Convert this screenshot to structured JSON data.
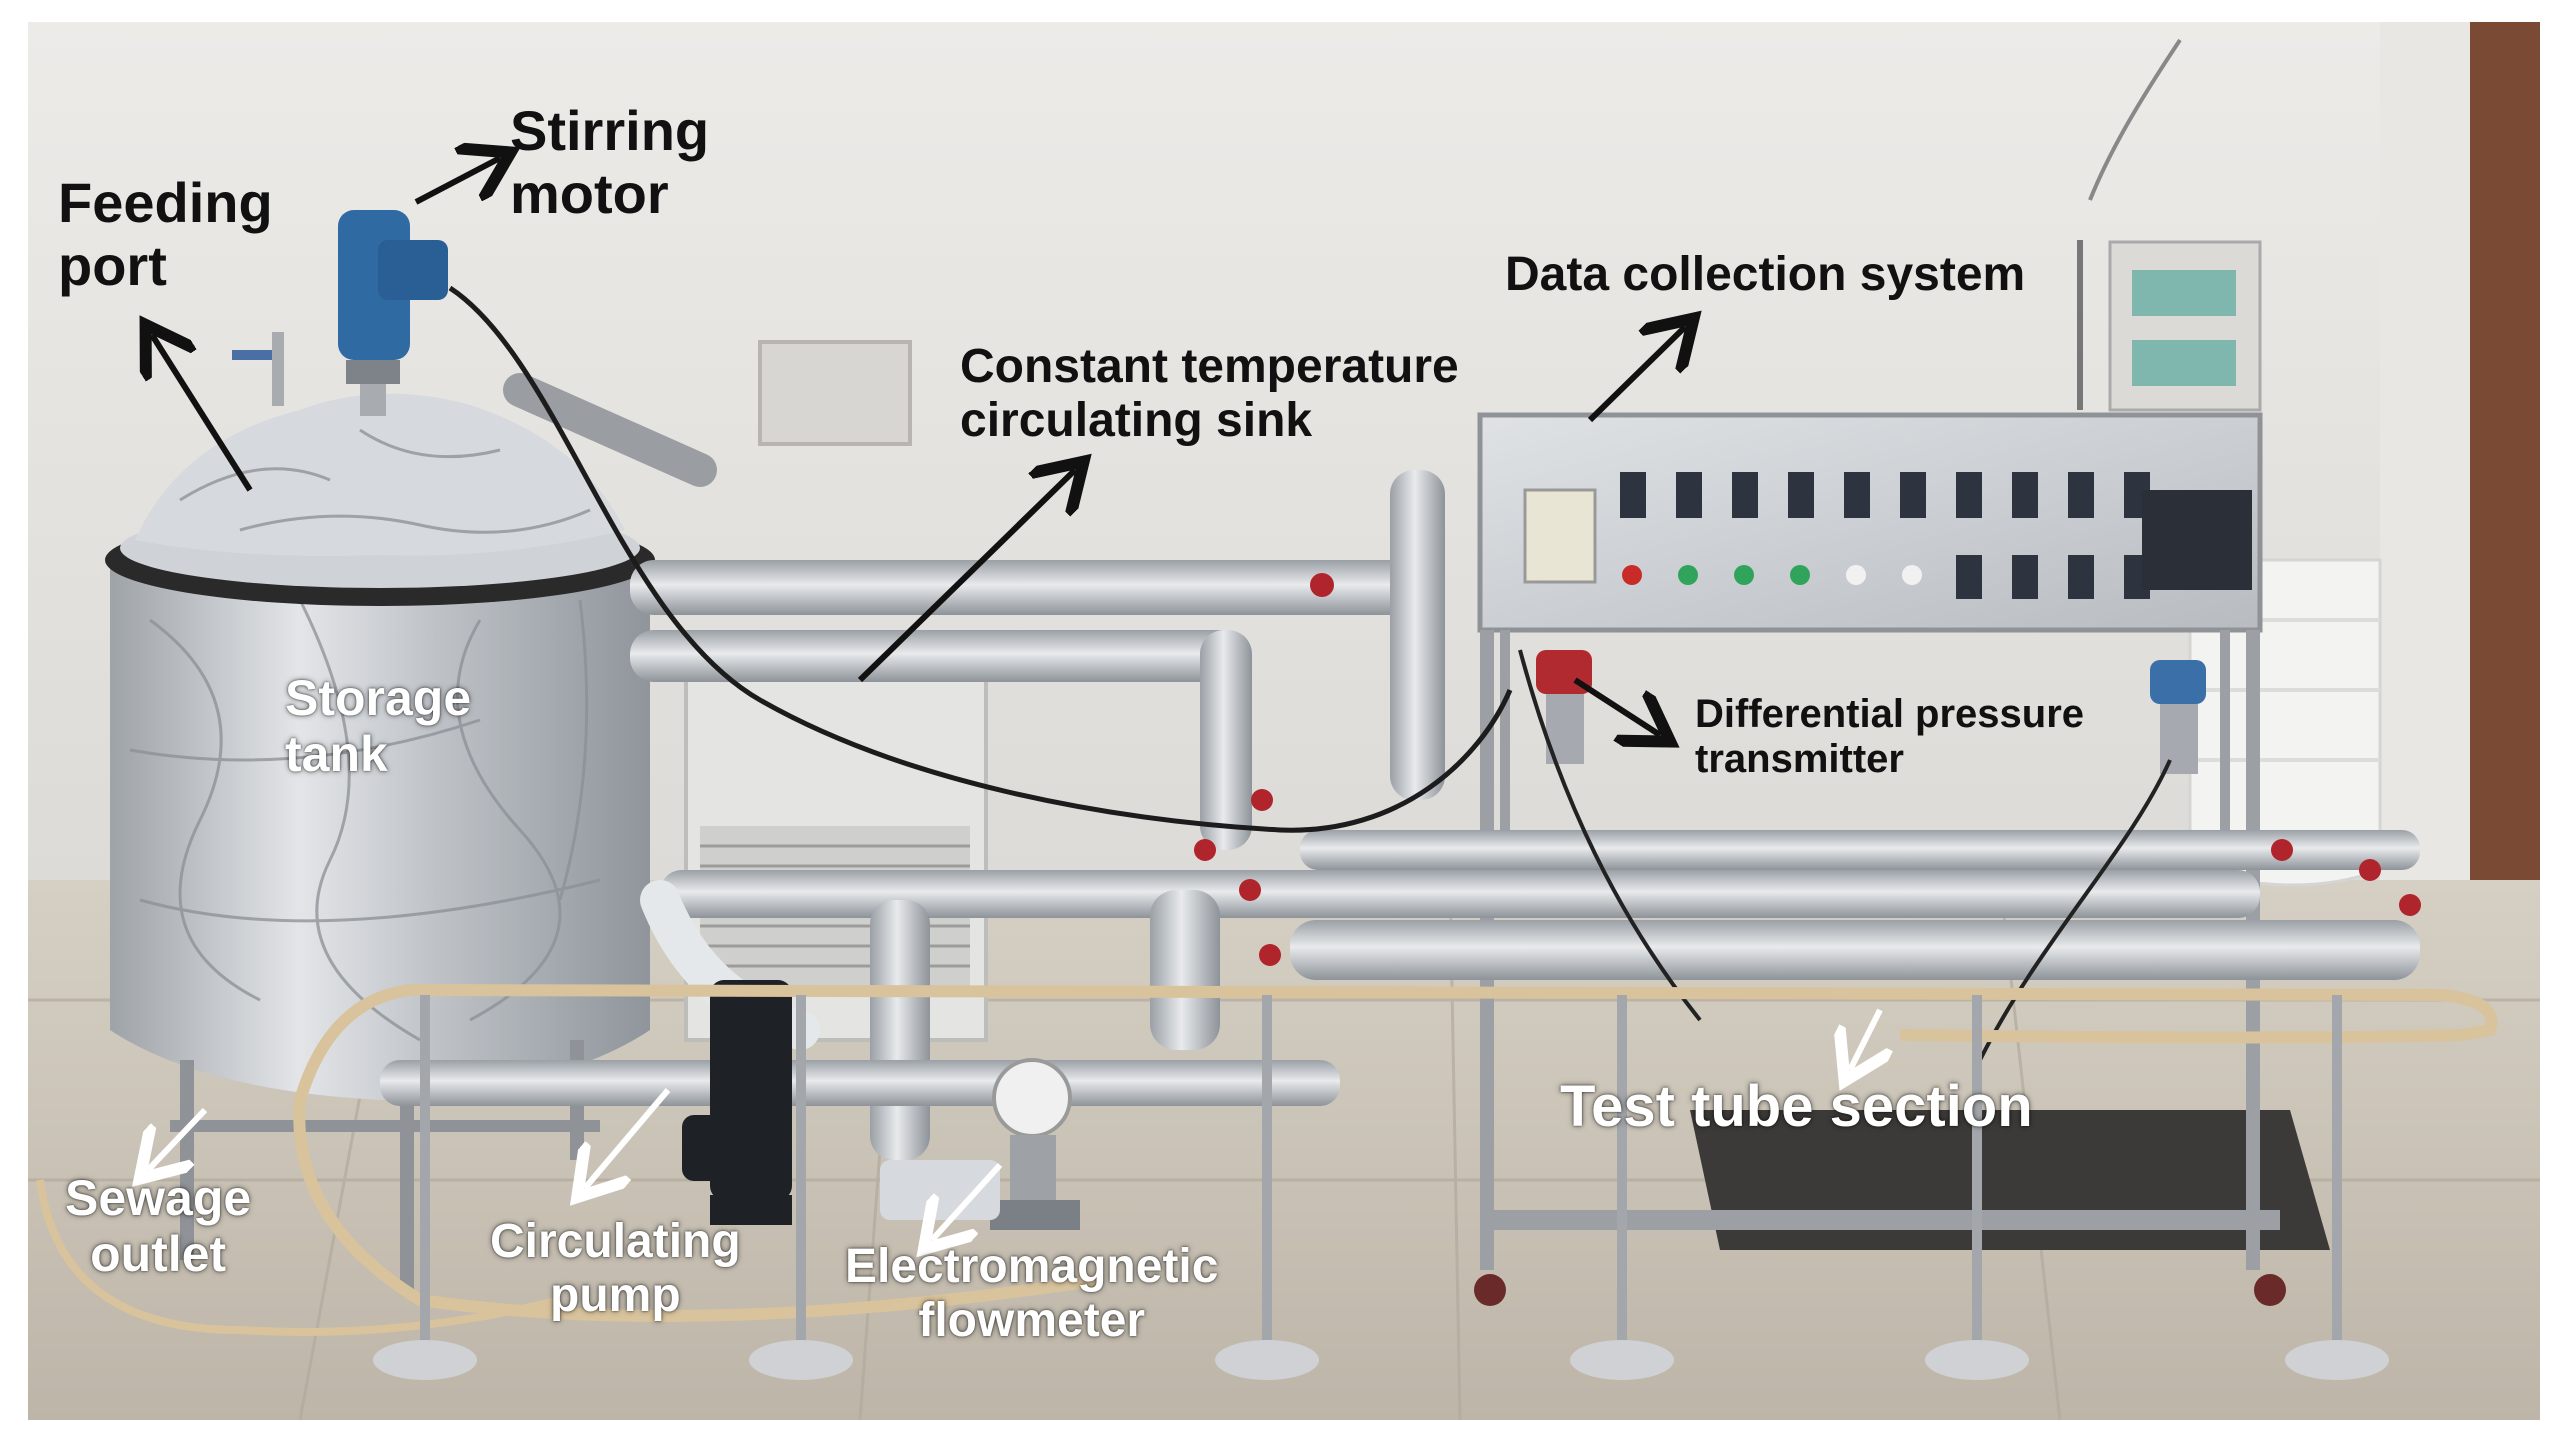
{
  "labels": {
    "feeding_port": [
      "Feeding",
      "port"
    ],
    "stirring_motor": [
      "Stirring",
      "motor"
    ],
    "constant_temp_sink": [
      "Constant temperature",
      "circulating sink"
    ],
    "data_collection": "Data collection system",
    "storage_tank": [
      "Storage",
      "tank"
    ],
    "diff_pressure": [
      "Differential pressure",
      "transmitter"
    ],
    "test_tube": "Test tube section",
    "sewage_outlet": [
      "Sewage",
      "outlet"
    ],
    "circulating_pump": [
      "Circulating",
      "pump"
    ],
    "em_flowmeter": [
      "Electromagnetic",
      "flowmeter"
    ]
  },
  "colors": {
    "wall": "#e6e4e0",
    "floor": "#cbc4b8",
    "foil": "#c9ccd0",
    "steel": "#b9bdc2",
    "panel": "#cfd2d6",
    "arrow_dark": "#111111",
    "arrow_light": "#ffffff"
  }
}
